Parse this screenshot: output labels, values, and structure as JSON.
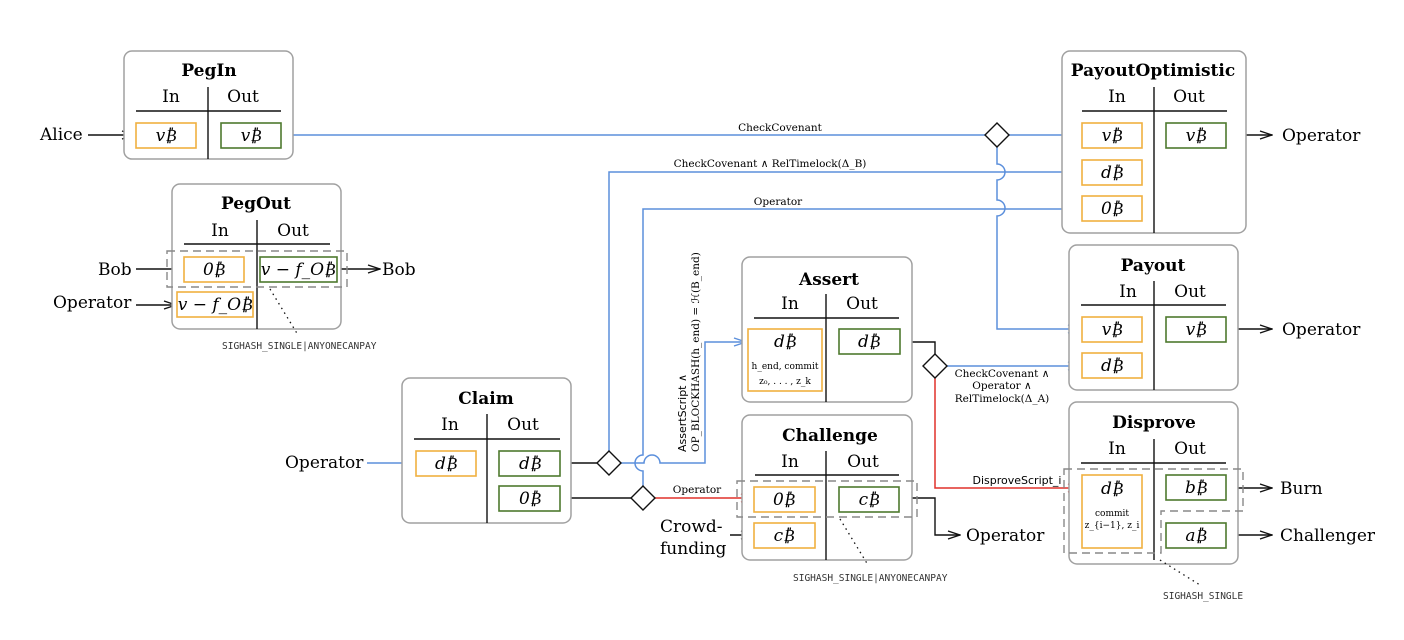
{
  "transactions": {
    "pegin": {
      "title": "PegIn",
      "in_header": "In",
      "out_header": "Out",
      "inputs": [
        "v₿"
      ],
      "outputs": [
        "v₿"
      ]
    },
    "pegout": {
      "title": "PegOut",
      "in_header": "In",
      "out_header": "Out",
      "inputs": [
        "0₿",
        "v − f_O₿"
      ],
      "outputs": [
        "v − f_O₿"
      ],
      "sighash": "SIGHASH_SINGLE|ANYONECANPAY"
    },
    "claim": {
      "title": "Claim",
      "in_header": "In",
      "out_header": "Out",
      "inputs": [
        "d₿"
      ],
      "outputs": [
        "d₿",
        "0₿"
      ]
    },
    "assert": {
      "title": "Assert",
      "in_header": "In",
      "out_header": "Out",
      "inputs": [
        "d₿"
      ],
      "input_note_1": "h_end, commit",
      "input_note_2": "z₀, . . . , z_k",
      "outputs": [
        "d₿"
      ]
    },
    "challenge": {
      "title": "Challenge",
      "in_header": "In",
      "out_header": "Out",
      "inputs": [
        "0₿",
        "c₿"
      ],
      "outputs": [
        "c₿"
      ],
      "sighash": "SIGHASH_SINGLE|ANYONECANPAY"
    },
    "payout_optimistic": {
      "title": "PayoutOptimistic",
      "in_header": "In",
      "out_header": "Out",
      "inputs": [
        "v₿",
        "d₿",
        "0₿"
      ],
      "outputs": [
        "v₿"
      ]
    },
    "payout": {
      "title": "Payout",
      "in_header": "In",
      "out_header": "Out",
      "inputs": [
        "v₿",
        "d₿"
      ],
      "outputs": [
        "v₿"
      ]
    },
    "disprove": {
      "title": "Disprove",
      "in_header": "In",
      "out_header": "Out",
      "inputs": [
        "d₿"
      ],
      "input_note_1": "commit",
      "input_note_2": "z_{i−1}, z_i",
      "outputs": [
        "b₿",
        "a₿"
      ],
      "sighash": "SIGHASH_SINGLE"
    }
  },
  "actors": {
    "alice": "Alice",
    "bob_in": "Bob",
    "bob_out": "Bob",
    "operator_pegout": "Operator",
    "operator_claim": "Operator",
    "crowdfunding_1": "Crowd-",
    "crowdfunding_2": "funding",
    "operator_challenge": "Operator",
    "operator_payout_opt": "Operator",
    "operator_payout": "Operator",
    "burn": "Burn",
    "challenger": "Challenger"
  },
  "edge_labels": {
    "check_covenant": "CheckCovenant",
    "check_covenant_timelock_b": "CheckCovenant ∧ RelTimelock(Δ_B)",
    "operator_top": "Operator",
    "assert_script_1": "AssertScript ∧",
    "assert_script_2": "OP_BLOCKHASH(h_end) = ℋ(B_end)",
    "operator_challenge": "Operator",
    "payout_cond_1": "CheckCovenant ∧",
    "payout_cond_2": "Operator ∧",
    "payout_cond_3": "RelTimelock(Δ_A)",
    "disprove_script": "DisproveScript_i"
  },
  "colors": {
    "input_border": "#f0b040",
    "output_border": "#4e7a2e",
    "blue_edge": "#5b8fdc",
    "red_edge": "#e0302a",
    "box_border": "#a0a0a0"
  }
}
